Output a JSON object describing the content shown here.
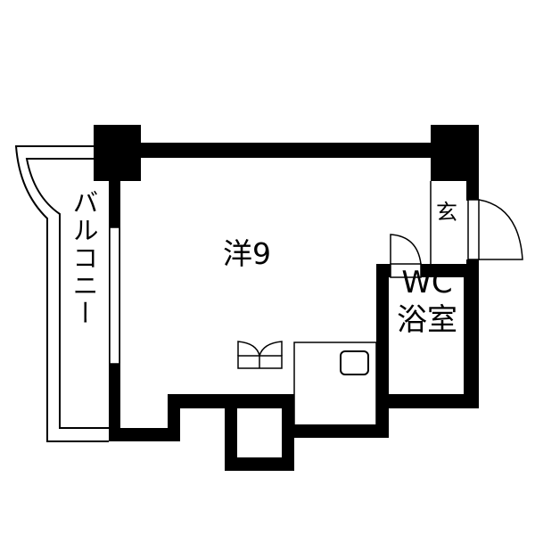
{
  "floorplan": {
    "balcony_label": "バルコニー",
    "room_label": "洋9",
    "entry_label": "玄",
    "wc_label": "WC",
    "bath_label": "浴室"
  },
  "colors": {
    "wall": "#000000",
    "background": "#ffffff"
  }
}
